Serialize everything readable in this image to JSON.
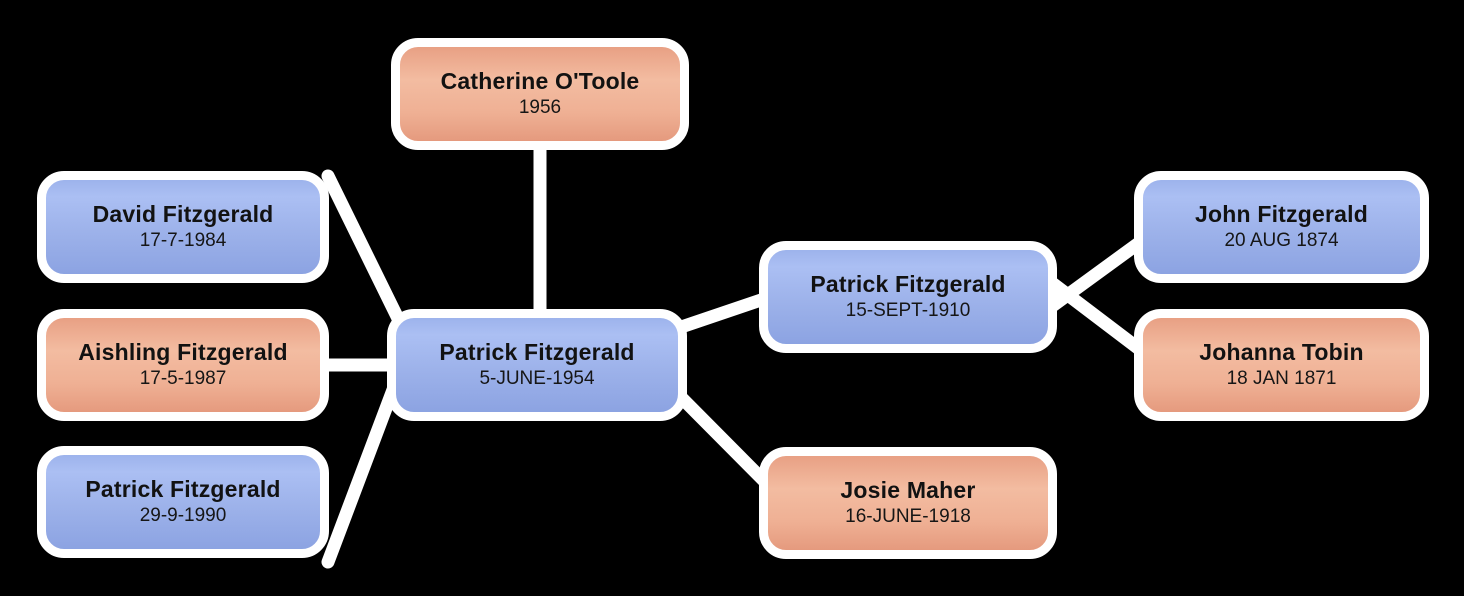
{
  "diagram": {
    "title": "Family tree diagram",
    "background_color": "#000000",
    "connector_color": "#ffffff",
    "node_border_color": "#ffffff",
    "node_text_color": "#121212",
    "node_fill_blue": "#9db2ea",
    "node_fill_salmon": "#efb094"
  },
  "nodes": [
    {
      "id": "catherine-otoole",
      "name": "Catherine O'Toole",
      "date": "1956",
      "variant": "salmon"
    },
    {
      "id": "david-fitzgerald",
      "name": "David Fitzgerald",
      "date": "17-7-1984",
      "variant": "blue"
    },
    {
      "id": "aishling-fitzgerald",
      "name": "Aishling Fitzgerald",
      "date": "17-5-1987",
      "variant": "salmon"
    },
    {
      "id": "patrick-fitzgerald-1990",
      "name": "Patrick Fitzgerald",
      "date": "29-9-1990",
      "variant": "blue"
    },
    {
      "id": "patrick-fitzgerald-1954",
      "name": "Patrick Fitzgerald",
      "date": "5-JUNE-1954",
      "variant": "blue"
    },
    {
      "id": "patrick-fitzgerald-1910",
      "name": "Patrick Fitzgerald",
      "date": "15-SEPT-1910",
      "variant": "blue"
    },
    {
      "id": "josie-maher",
      "name": "Josie Maher",
      "date": "16-JUNE-1918",
      "variant": "salmon"
    },
    {
      "id": "john-fitzgerald",
      "name": "John Fitzgerald",
      "date": "20 AUG 1874",
      "variant": "blue"
    },
    {
      "id": "johanna-tobin",
      "name": "Johanna Tobin",
      "date": "18 JAN 1871",
      "variant": "salmon"
    }
  ]
}
